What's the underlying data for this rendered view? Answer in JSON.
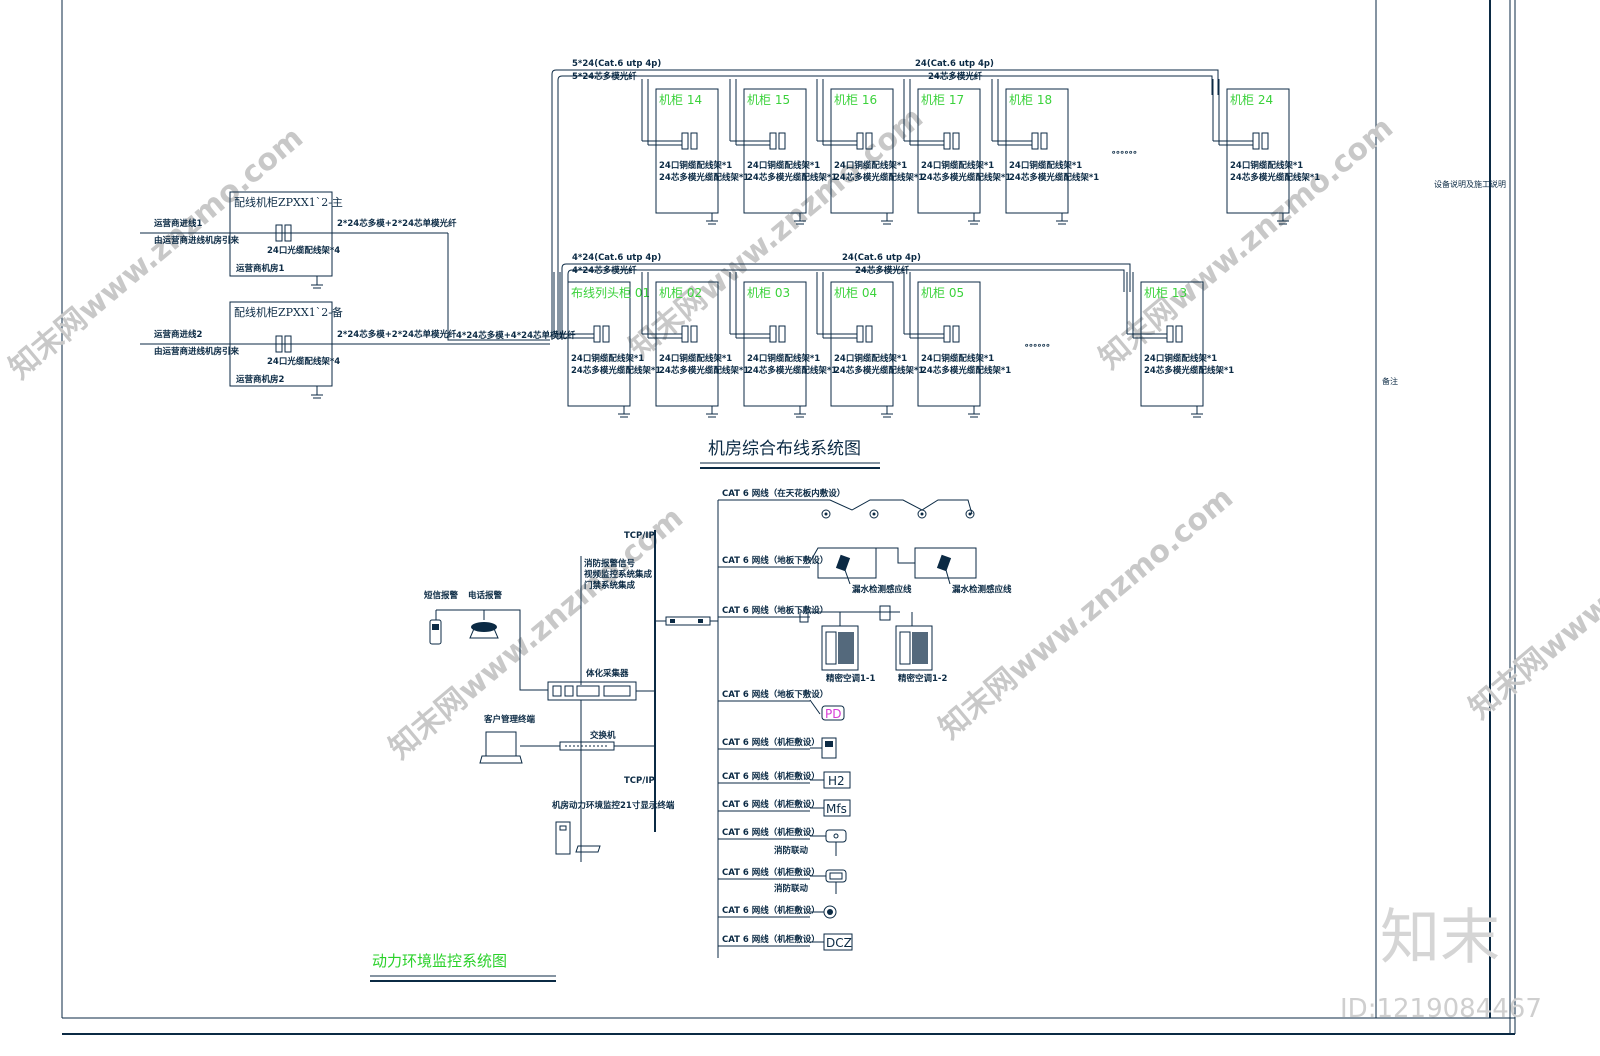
{
  "frame": {
    "right_text": "备注",
    "right_small_text": "设备说明及施工说明"
  },
  "brand": {
    "logo": "知末",
    "id": "ID:1219084467"
  },
  "watermark": "知末网www.znzmo.com",
  "cabling": {
    "title": "机房综合布线系统图",
    "top_bus_left_1": "5*24(Cat.6 utp 4p)",
    "top_bus_left_2": "5*24芯多模光纤",
    "top_bus_mid_1": "24(Cat.6 utp 4p)",
    "top_bus_mid_2": "24芯多模光纤",
    "bot_bus_left_1": "4*24(Cat.6 utp 4p)",
    "bot_bus_left_2": "4*24芯多模光纤",
    "bot_bus_mid_1": "24(Cat.6 utp 4p)",
    "bot_bus_mid_2": "24芯多模光纤",
    "backbone": "4*24芯多模+4*24芯单模光纤",
    "feed_label": "2*24芯多模+2*24芯单模光纤",
    "cab_line1": "24口铜缆配线架*1",
    "cab_line2": "24芯多模光缆配线架*1",
    "dots": "。。。。。。",
    "top_cabinets": [
      "机柜 14",
      "机柜 15",
      "机柜 16",
      "机柜 17",
      "机柜 18",
      "机柜 24"
    ],
    "bot_cabinets": [
      "布线列头柜 01",
      "机柜 02",
      "机柜 03",
      "机柜 04",
      "机柜 05",
      "机柜 13"
    ],
    "dist_main": {
      "title": "配线机柜ZPXX1`2-主",
      "patch": "24口光缆配线架*4",
      "room": "运营商机房1",
      "in1": "运营商进线1",
      "in2": "由运营商进线机房引来"
    },
    "dist_backup": {
      "title": "配线机柜ZPXX1`2-备",
      "patch": "24口光缆配线架*4",
      "room": "运营商机房2",
      "in1": "运营商进线2",
      "in2": "由运营商进线机房引来"
    }
  },
  "monitor": {
    "title": "动力环境监控系统图",
    "tcpip": "TCP/IP",
    "sms": "短信报警",
    "phone": "电话报警",
    "fire_signal": [
      "消防报警信号",
      "视频监控系统集成",
      "门禁系统集成"
    ],
    "collector": "体化采集器",
    "client": "客户管理终端",
    "switch": "交换机",
    "display": "机房动力环境监控21寸显示终端",
    "branches": [
      "CAT 6 网线（在天花板内敷设）",
      "CAT 6 网线（地板下敷设）",
      "CAT 6 网线（地板下敷设）",
      "CAT 6 网线（地板下敷设）",
      "CAT 6 网线（机柜敷设）",
      "CAT 6 网线（机柜敷设）",
      "CAT 6 网线（机柜敷设）",
      "CAT 6 网线（机柜敷设）",
      "CAT 6 网线（机柜敷设）",
      "CAT 6 网线（机柜敷设）",
      "CAT 6 网线（机柜敷设）"
    ],
    "leak1": "漏水检测感应线",
    "leak2": "漏水检测感应线",
    "ac1": "精密空调1-1",
    "ac2": "精密空调1-2",
    "sym_pd": "PD",
    "sym_h2": "H2",
    "sym_mfs": "Mfs",
    "sym_dcz": "DCZ",
    "fire_link1": "消防联动",
    "fire_link2": "消防联动"
  }
}
